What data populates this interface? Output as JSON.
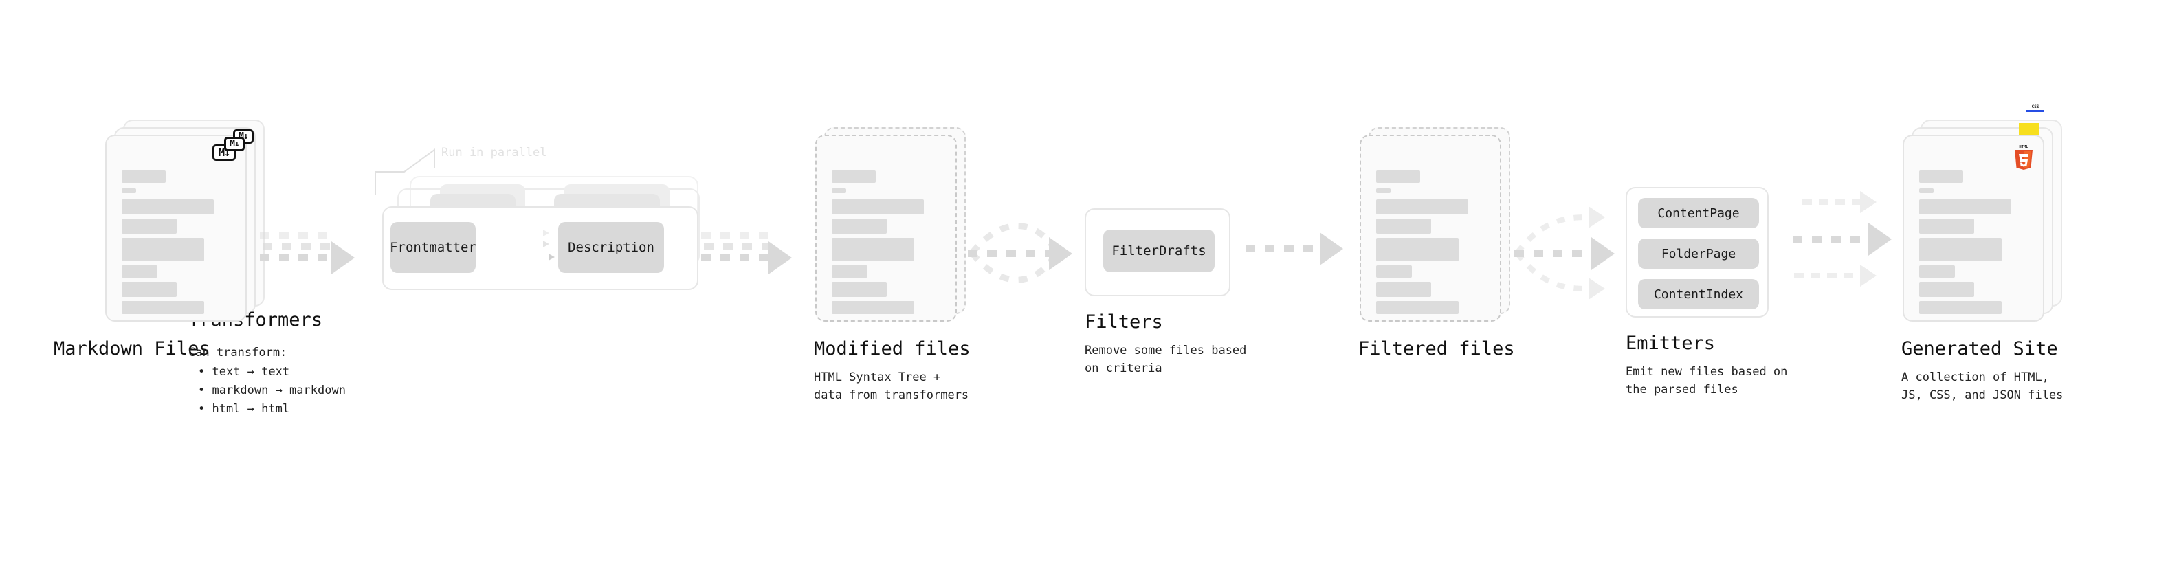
{
  "diagram": {
    "type": "pipeline-flow",
    "orientation": "left-to-right",
    "stage_count": 7
  },
  "nodes": {
    "markdown_files": {
      "title": "Markdown Files",
      "badge": "M↓",
      "badge_icon": "markdown-icon",
      "card_style": "solid",
      "stack_count": 3
    },
    "transformers": {
      "title": "Transformers",
      "annotation": "Run in parallel",
      "pills": [
        "Frontmatter",
        "Description"
      ],
      "desc_heading": "Can transform:",
      "desc_items": [
        "• text → text",
        "• markdown → markdown",
        "• html → html"
      ],
      "stack_count": 3
    },
    "modified_files": {
      "title": "Modified files",
      "desc_lines": [
        "HTML Syntax Tree +",
        "data from transformers"
      ],
      "card_style": "dashed",
      "stack_count": 2
    },
    "filters": {
      "title": "Filters",
      "pills": [
        "FilterDrafts"
      ],
      "desc_lines": [
        "Remove some files based",
        "on criteria"
      ]
    },
    "filtered_files": {
      "title": "Filtered files",
      "desc_lines": [],
      "card_style": "dashed",
      "stack_count": 2
    },
    "emitters": {
      "title": "Emitters",
      "pills": [
        "ContentPage",
        "FolderPage",
        "ContentIndex"
      ],
      "desc_lines": [
        "Emit new files based on",
        "the parsed files"
      ]
    },
    "generated_site": {
      "title": "Generated Site",
      "desc_lines": [
        "A collection of HTML,",
        "JS, CSS, and JSON files"
      ],
      "badges": [
        "HTML5",
        "JS",
        "CSS"
      ],
      "badge_icons": [
        "html5-icon",
        "js-icon",
        "css-icon"
      ],
      "card_style": "solid",
      "stack_count": 3
    }
  },
  "colors": {
    "arrow": "#d9d9d9",
    "arrow_light": "#ededed",
    "card_border": "#e4e4e4",
    "card_bg": "#fafafa",
    "skeleton": "#dcdcdc",
    "pill_bg": "#d9d9d9",
    "text": "#111111",
    "annotation": "#e2e2e2",
    "html5": "#e44d26",
    "js": "#f7df1e",
    "css": "#264de4"
  }
}
